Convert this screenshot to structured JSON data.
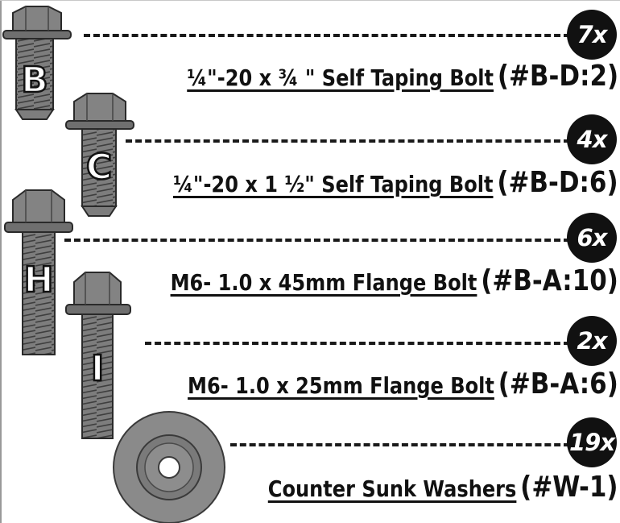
{
  "items": [
    {
      "letter": "B",
      "quantity": "7x",
      "name": "¼\"-20 x ¾ \" Self Taping Bolt",
      "code": "(#B-D:2)"
    },
    {
      "letter": "C",
      "quantity": "4x",
      "name": "¼\"-20 x 1 ½\" Self Taping Bolt",
      "code": "(#B-D:6)"
    },
    {
      "letter": "H",
      "quantity": "6x",
      "name": "M6- 1.0 x 45mm Flange Bolt",
      "code": "(#B-A:10)"
    },
    {
      "letter": "I",
      "quantity": "2x",
      "name": "M6- 1.0 x 25mm Flange Bolt",
      "code": "(#B-A:6)"
    },
    {
      "letter": "",
      "quantity": "19x",
      "name": "Counter Sunk Washers",
      "code": "(#W-1)"
    }
  ],
  "colors": {
    "ink": "#111111",
    "metal": "#7d7d7d",
    "metal_dark": "#5a5a5a",
    "badge": "#111111",
    "badge_text": "#ffffff"
  }
}
